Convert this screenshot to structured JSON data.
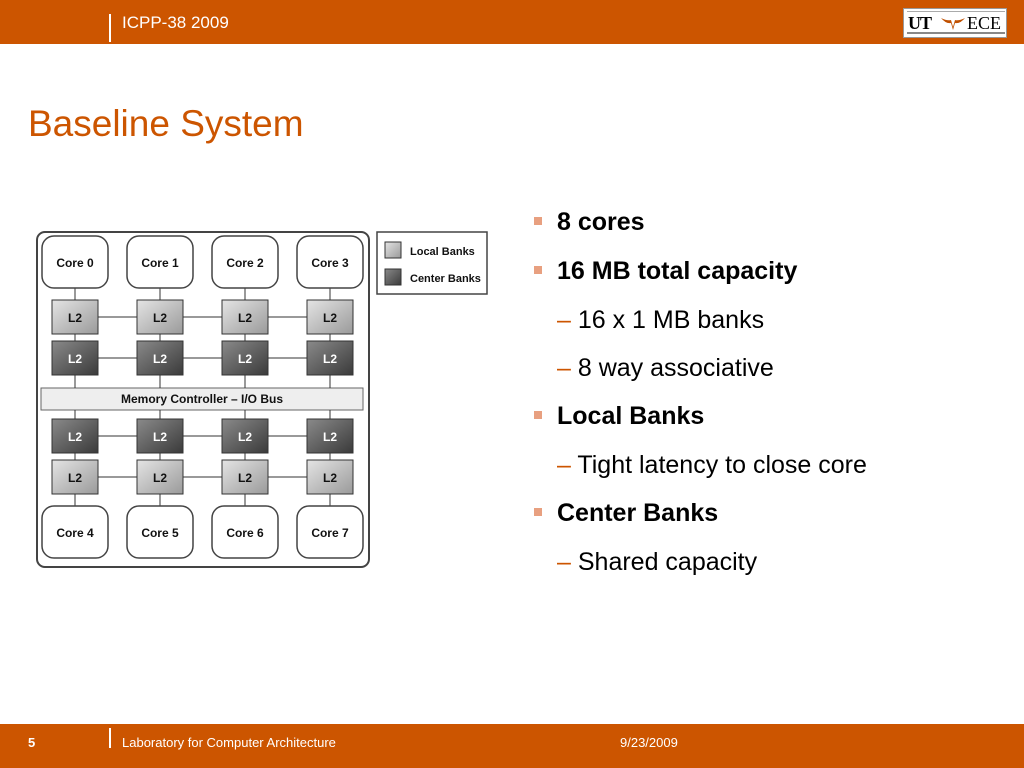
{
  "header": {
    "conference": "ICPP-38 2009",
    "logo_ut": "UT",
    "logo_ece": "ECE"
  },
  "slide": {
    "title": "Baseline System"
  },
  "diagram": {
    "legend": {
      "local": "Local Banks",
      "center": "Center Banks"
    },
    "cores_top": [
      "Core 0",
      "Core 1",
      "Core 2",
      "Core 3"
    ],
    "cores_bottom": [
      "Core 4",
      "Core 5",
      "Core 6",
      "Core 7"
    ],
    "bank_label": "L2",
    "bus_label": "Memory Controller – I/O Bus"
  },
  "bullets": [
    {
      "text": "8 cores",
      "subs": []
    },
    {
      "text": "16 MB total capacity",
      "subs": [
        "16 x 1 MB banks",
        "8 way associative"
      ]
    },
    {
      "text": "Local Banks",
      "subs": [
        "Tight latency to close core"
      ]
    },
    {
      "text": "Center Banks",
      "subs": [
        "Shared capacity"
      ]
    }
  ],
  "footer": {
    "page": "5",
    "lab": "Laboratory for Computer Architecture",
    "date": "9/23/2009"
  },
  "colors": {
    "accent": "#cc5500",
    "local_bank": "#b8b8b8",
    "center_bank": "#555555"
  }
}
